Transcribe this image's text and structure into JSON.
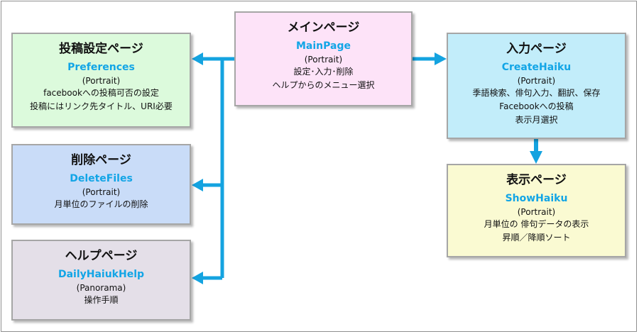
{
  "colors": {
    "arrow": "#14a3e0",
    "name_text": "#12a5e6",
    "main_bg": "#fde3f8",
    "preferences_bg": "#dcfadc",
    "delete_bg": "#c9dcf8",
    "help_bg": "#e4dfe8",
    "create_bg": "#c2edfa",
    "show_bg": "#fafad2"
  },
  "nodes": {
    "main": {
      "title": "メインページ",
      "name": "MainPage",
      "orientation": "(Portrait)",
      "lines": [
        "設定･入力･削除",
        "ヘルプからのメニュー選択"
      ]
    },
    "preferences": {
      "title": "投稿設定ページ",
      "name": "Preferences",
      "orientation": "(Portrait)",
      "lines": [
        "facebookへの投稿可否の設定",
        "投稿にはリンク先タイトル、URI必要"
      ]
    },
    "delete": {
      "title": "削除ページ",
      "name": "DeleteFiles",
      "orientation": "(Portrait)",
      "lines": [
        "月単位のファイルの削除"
      ]
    },
    "help": {
      "title": "ヘルプページ",
      "name": "DailyHaiukHelp",
      "orientation": "(Panorama)",
      "lines": [
        "操作手順"
      ]
    },
    "create": {
      "title": "入力ページ",
      "name": "CreateHaiku",
      "orientation": "(Portrait)",
      "lines": [
        "季語検索、俳句入力、翻訳、保存",
        "Facebookへの投稿",
        "表示月選択"
      ]
    },
    "show": {
      "title": "表示ページ",
      "name": "ShowHaiku",
      "orientation": "(Portrait)",
      "lines": [
        "月単位の 俳句データの表示",
        "昇順／降順ソート"
      ]
    }
  }
}
